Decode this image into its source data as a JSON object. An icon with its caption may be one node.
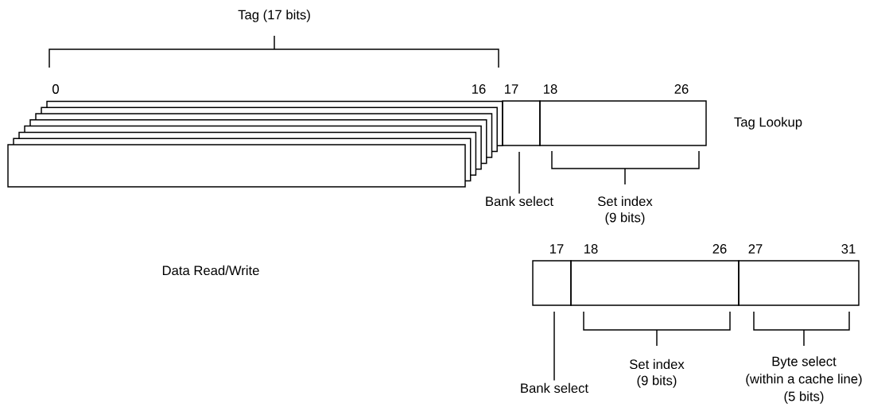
{
  "diagram": {
    "nodes": [
      {
        "text": [],
        "shape": "box"
      },
      {
        "text": [],
        "shape": "box"
      },
      {
        "text": [],
        "shape": "box"
      },
      {
        "text": [],
        "shape": "box"
      },
      {
        "text": [],
        "shape": "box"
      },
      {
        "text": [
          "Bank select"
        ]
      },
      {
        "text": [
          "Bank select"
        ]
      }
    ],
    "edges": [
      {
        "from": 5,
        "to": 0,
        "arrow": "none"
      },
      {
        "from": 6,
        "to": 2,
        "arrow": "none"
      }
    ],
    "labels": [
      "Tag (17 bits)",
      "0",
      "16",
      "17",
      "18",
      "26",
      "Tag Lookup",
      "Set index",
      "(9 bits)",
      "17",
      "18",
      "26",
      "27",
      "31",
      "Data Read/Write",
      "Set index",
      "(9 bits)",
      "Byte select",
      "(within a cache line)",
      "(5 bits)"
    ]
  }
}
